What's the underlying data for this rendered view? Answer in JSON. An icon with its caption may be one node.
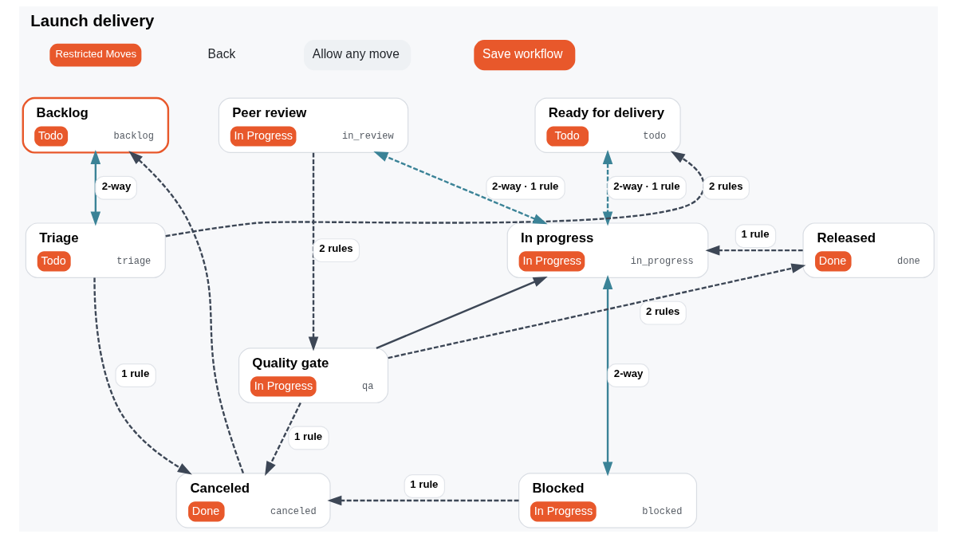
{
  "diagram": {
    "title": "Launch delivery",
    "nodes": [
      {
        "text": [
          "Backlog",
          "Todo",
          "backlog"
        ]
      },
      {
        "text": [
          "Ready for delivery",
          "Todo",
          "todo"
        ]
      },
      {
        "text": [
          "Peer review",
          "In Progress",
          "in_review"
        ]
      },
      {
        "text": [
          "Triage",
          "Todo",
          "triage"
        ]
      },
      {
        "text": [
          "In progress",
          "In Progress",
          "in_progress"
        ]
      },
      {
        "text": [
          "Released",
          "Done",
          "done"
        ]
      },
      {
        "text": [
          "Quality gate",
          "In Progress",
          "qa"
        ]
      },
      {
        "text": [
          "Canceled",
          "Done",
          "canceled"
        ]
      },
      {
        "text": [
          "Blocked",
          "In Progress",
          "blocked"
        ]
      }
    ],
    "edges": [
      {
        "from": 0,
        "to": 3,
        "arrow": "both",
        "label": "2-way",
        "color": "#3b8397"
      },
      {
        "from": 1,
        "to": 4,
        "arrow": "both",
        "label": "2-way · 1 rule",
        "style": "dashed",
        "color": "#3b8397"
      },
      {
        "from": 2,
        "to": 6,
        "arrow": "to",
        "label": "2 rules",
        "style": "dashed"
      },
      {
        "from": 3,
        "to": 1,
        "arrow": "to",
        "label": "2 rules",
        "style": "dashed"
      },
      {
        "from": 3,
        "to": 7,
        "arrow": "to",
        "label": "1 rule",
        "style": "dashed"
      },
      {
        "from": 4,
        "to": 2,
        "arrow": "both",
        "label": "2-way · 1 rule",
        "style": "dashed",
        "color": "#3b8397"
      },
      {
        "from": 4,
        "to": 8,
        "arrow": "both",
        "label": "2-way",
        "color": "#3b8397"
      },
      {
        "from": 5,
        "to": 4,
        "arrow": "to",
        "label": "1 rule",
        "style": "dashed"
      },
      {
        "from": 6,
        "to": 4,
        "arrow": "to"
      },
      {
        "from": 6,
        "to": 5,
        "arrow": "to",
        "label": "2 rules",
        "style": "dashed"
      },
      {
        "from": 6,
        "to": 7,
        "arrow": "to",
        "label": "1 rule",
        "style": "dashed"
      },
      {
        "from": 7,
        "to": 0,
        "arrow": "to",
        "style": "dashed"
      },
      {
        "from": 8,
        "to": 7,
        "arrow": "to",
        "label": "1 rule",
        "style": "dashed"
      }
    ],
    "labels": [
      "Restricted Moves",
      "Back",
      "Allow any move",
      "Save workflow"
    ]
  }
}
